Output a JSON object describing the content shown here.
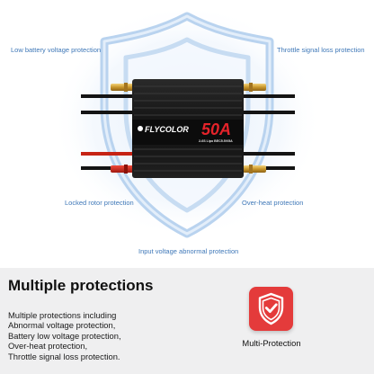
{
  "diagram": {
    "labels": {
      "low_battery": "Low battery voltage protection",
      "throttle_signal": "Throttle signal loss protection",
      "locked_rotor": "Locked rotor protection",
      "over_heat": "Over-heat protection",
      "input_voltage": "Input voltage abnormal protection"
    },
    "device": {
      "brand": "FLYCOLOR",
      "rating": "50A",
      "spec": "2-6S Lipo BEC5.5V/5A"
    }
  },
  "section": {
    "title": "Multiple protections",
    "description_lines": [
      "Multiple protections including",
      "Abnormal voltage protection,",
      "Battery low voltage protection,",
      "Over-heat protection,",
      "Throttle signal loss protection."
    ],
    "badge": {
      "icon": "shield-check-icon",
      "caption": "Multi-Protection"
    }
  },
  "colors": {
    "label_blue": "#3f78b8",
    "badge_red": "#e43b3b",
    "rating_red": "#e5232a"
  }
}
